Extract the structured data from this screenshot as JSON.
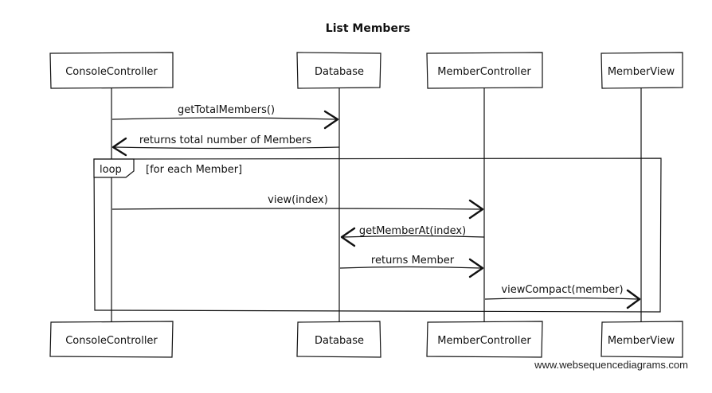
{
  "title": "List Members",
  "participants": [
    "ConsoleController",
    "Database",
    "MemberController",
    "MemberView"
  ],
  "loop": {
    "keyword": "loop",
    "condition": "[for each Member]"
  },
  "messages": [
    {
      "from": 0,
      "to": 1,
      "label": "getTotalMembers()"
    },
    {
      "from": 1,
      "to": 0,
      "label": "returns total number of Members"
    },
    {
      "from": 0,
      "to": 2,
      "label": "view(index)"
    },
    {
      "from": 2,
      "to": 1,
      "label": "getMemberAt(index)"
    },
    {
      "from": 1,
      "to": 2,
      "label": "returns Member"
    },
    {
      "from": 2,
      "to": 3,
      "label": "viewCompact(member)"
    }
  ],
  "credit": "www.websequencediagrams.com"
}
